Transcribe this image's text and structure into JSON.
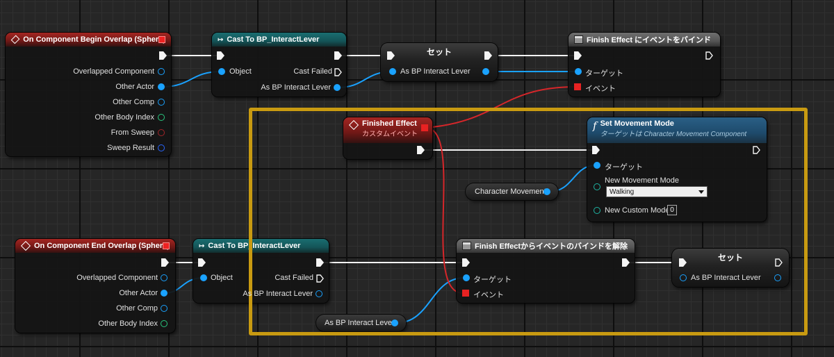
{
  "nodes": {
    "begin_overlap": {
      "title": "On Component Begin Overlap (Sphere)",
      "pins": [
        "Overlapped Component",
        "Other Actor",
        "Other Comp",
        "Other Body Index",
        "From Sweep",
        "Sweep Result"
      ]
    },
    "cast1": {
      "title": "Cast To BP_InteractLever",
      "object": "Object",
      "cast_failed": "Cast Failed",
      "as_bp": "As BP Interact Lever"
    },
    "set1": {
      "title": "セット",
      "as_bp": "As BP Interact Lever"
    },
    "bind": {
      "title": "Finish Effect にイベントをバインド",
      "target": "ターゲット",
      "event": "イベント"
    },
    "finished_effect": {
      "title": "Finished Effect",
      "subtitle": "カスタムイベント"
    },
    "set_movement": {
      "title": "Set Movement Mode",
      "subtitle": "ターゲットは Character Movement Component",
      "target": "ターゲット",
      "new_mode": "New Movement Mode",
      "mode_value": "Walking",
      "custom_mode": "New Custom Mode",
      "custom_mode_value": "0"
    },
    "char_movement": {
      "label": "Character Movement"
    },
    "end_overlap": {
      "title": "On Component End Overlap (Sphere)",
      "pins": [
        "Overlapped Component",
        "Other Actor",
        "Other Comp",
        "Other Body Index"
      ]
    },
    "cast2": {
      "title": "Cast To BP_InteractLever",
      "object": "Object",
      "cast_failed": "Cast Failed",
      "as_bp": "As BP Interact Lever"
    },
    "unbind": {
      "title": "Finish Effectからイベントのバインドを解除",
      "target": "ターゲット",
      "event": "イベント"
    },
    "as_bp_var": {
      "label": "As BP Interact Lever"
    },
    "set2": {
      "title": "セット",
      "as_bp": "As BP Interact Lever"
    }
  },
  "colors": {
    "exec_wire": "#f4f4f4",
    "object_wire": "#1aa2ff",
    "event_wire": "#d6262a",
    "highlight": "#c89a11",
    "event_header": "#a52622",
    "cast_header": "#1a6d70",
    "func_header": "#2a5f86",
    "bind_header": "#6e6e6e"
  },
  "icons": {
    "event": "diamond-icon",
    "cast": "cast-arrow-icon",
    "function": "function-f-icon",
    "bind": "function-box-icon"
  }
}
